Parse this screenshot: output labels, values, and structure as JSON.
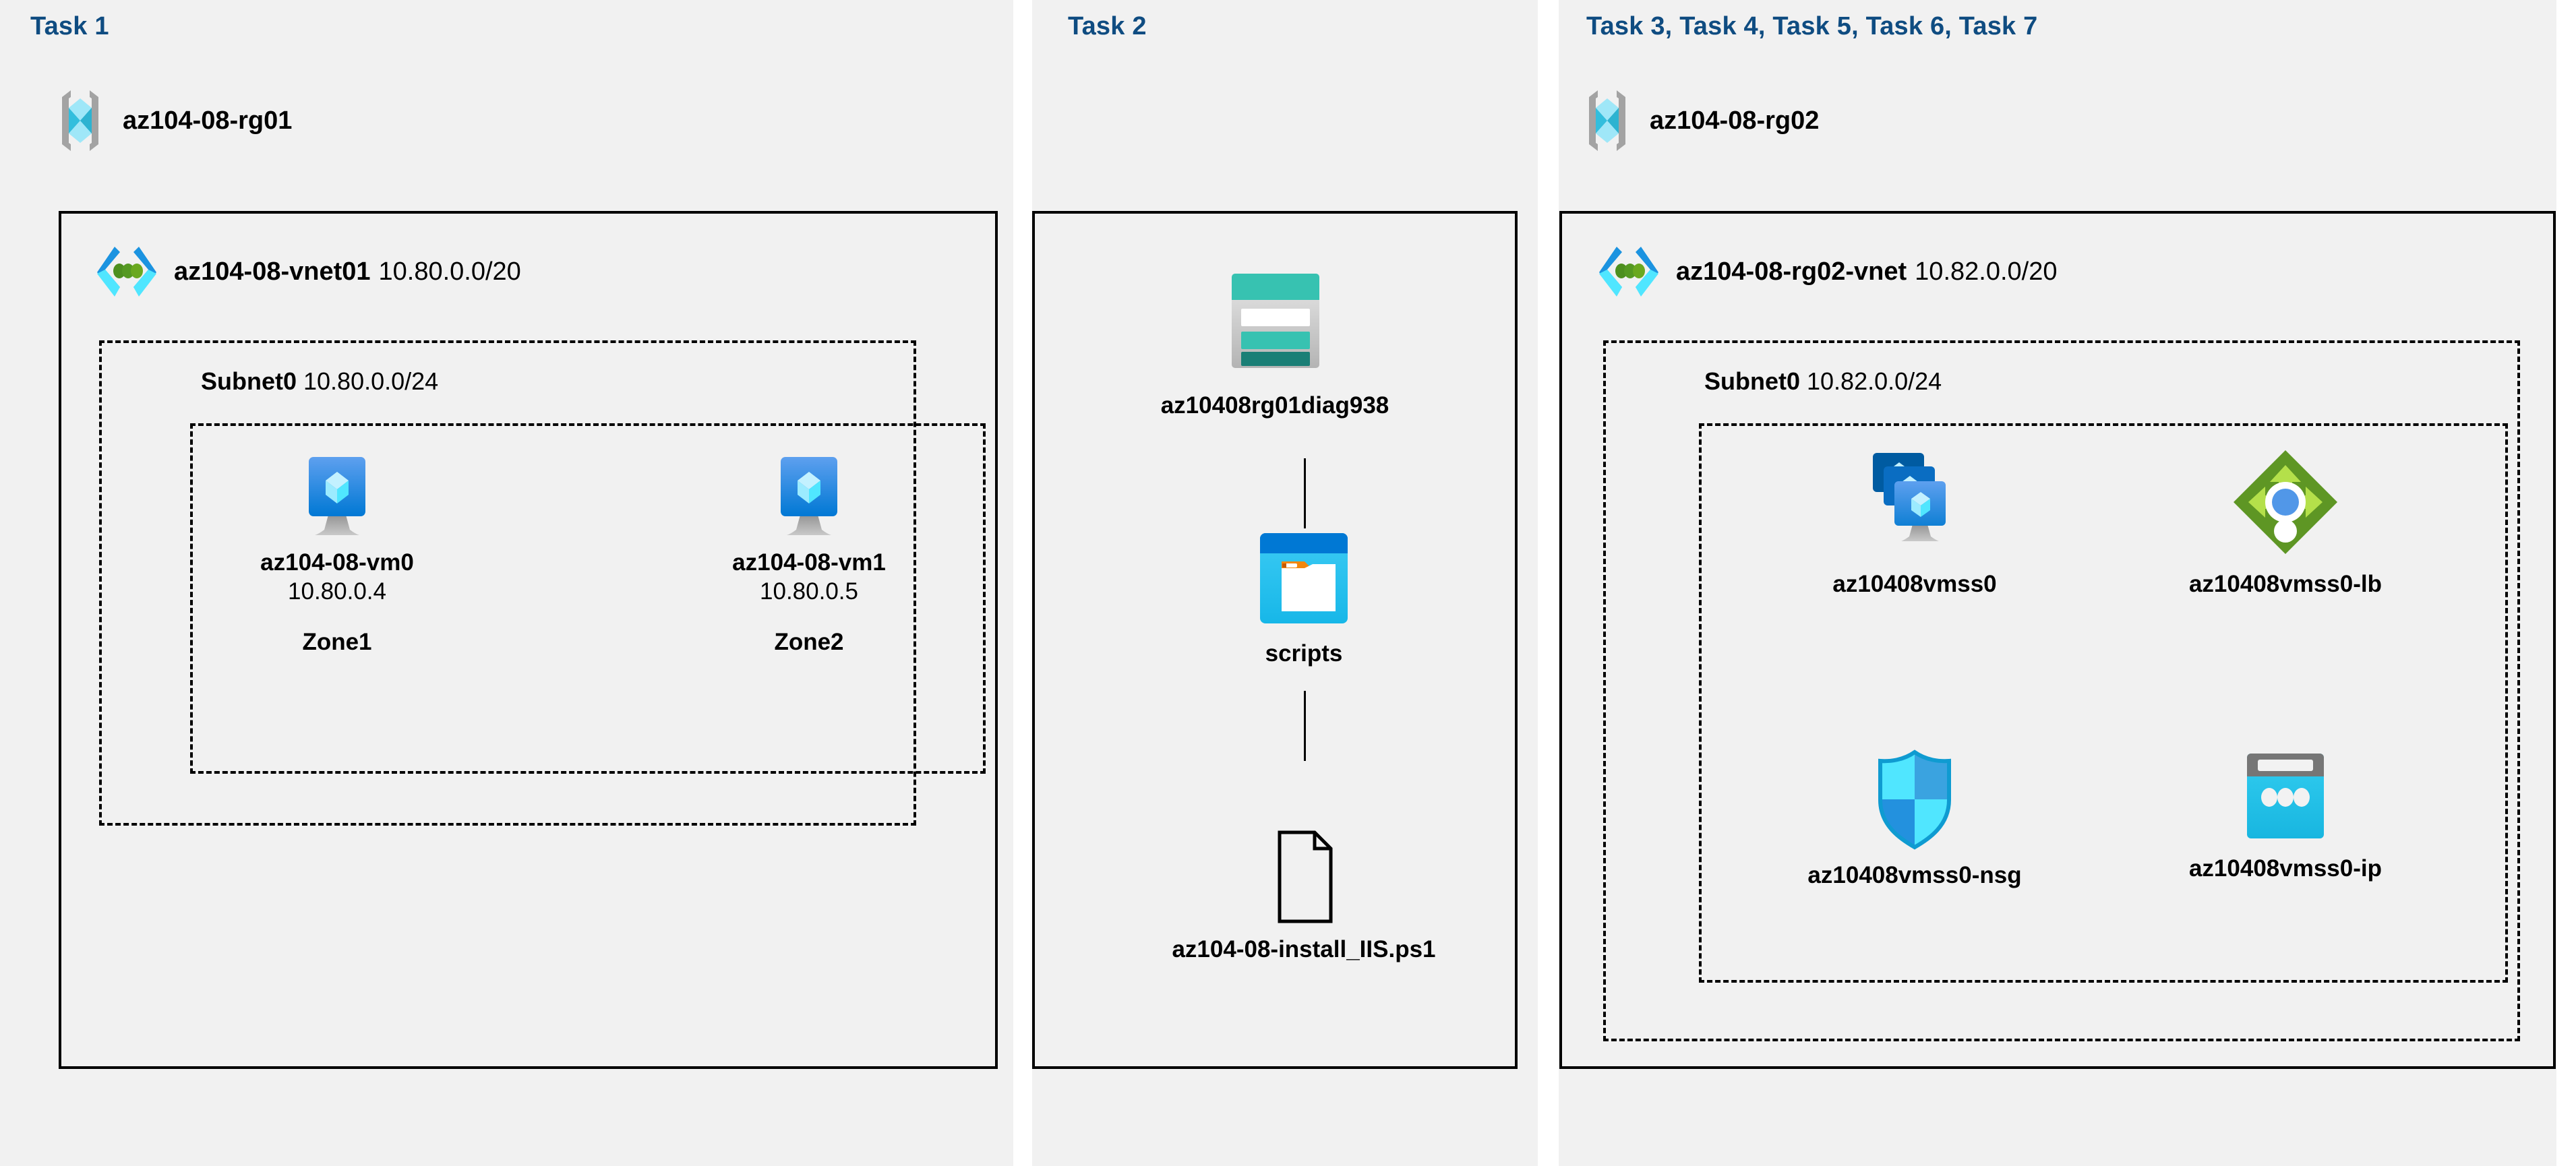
{
  "columns": [
    {
      "task_label": "Task 1"
    },
    {
      "task_label": "Task 2"
    },
    {
      "task_label": "Task 3, Task 4, Task 5, Task 6, Task 7"
    }
  ],
  "resource_groups": [
    {
      "name": "az104-08-rg01",
      "icon": "resource-group-icon"
    },
    {
      "name": "az104-08-rg02",
      "icon": "resource-group-icon"
    }
  ],
  "vnets": [
    {
      "name": "az104-08-vnet01",
      "cidr": "10.80.0.0/20",
      "icon": "virtual-network-icon"
    },
    {
      "name": "az104-08-rg02-vnet",
      "cidr": "10.82.0.0/20",
      "icon": "virtual-network-icon"
    }
  ],
  "subnets": [
    {
      "name": "Subnet0",
      "cidr": "10.80.0.0/24"
    },
    {
      "name": "Subnet0",
      "cidr": "10.82.0.0/24"
    }
  ],
  "vms": [
    {
      "name": "az104-08-vm0",
      "ip": "10.80.0.4",
      "zone": "Zone1",
      "icon": "virtual-machine-icon"
    },
    {
      "name": "az104-08-vm1",
      "ip": "10.80.0.5",
      "zone": "Zone2",
      "icon": "virtual-machine-icon"
    }
  ],
  "storage": {
    "account": {
      "name": "az10408rg01diag938",
      "icon": "storage-account-icon"
    },
    "container": {
      "name": "scripts",
      "icon": "blob-container-icon"
    },
    "file": {
      "name": "az104-08-install_IIS.ps1",
      "icon": "file-icon"
    }
  },
  "scale_set_resources": [
    {
      "name": "az10408vmss0",
      "icon": "vm-scale-set-icon"
    },
    {
      "name": "az10408vmss0-lb",
      "icon": "load-balancer-icon"
    },
    {
      "name": "az10408vmss0-nsg",
      "icon": "network-security-group-icon"
    },
    {
      "name": "az10408vmss0-ip",
      "icon": "public-ip-address-icon"
    }
  ],
  "colors": {
    "task_label": "#0f4c81",
    "panel_background": "#f1f1f1",
    "border": "#000000",
    "azure_blue": "#0078d4",
    "cyan": "#32bedd",
    "teal": "#37c2b1",
    "green": "#6aa81f",
    "gray": "#a3a3a3"
  }
}
